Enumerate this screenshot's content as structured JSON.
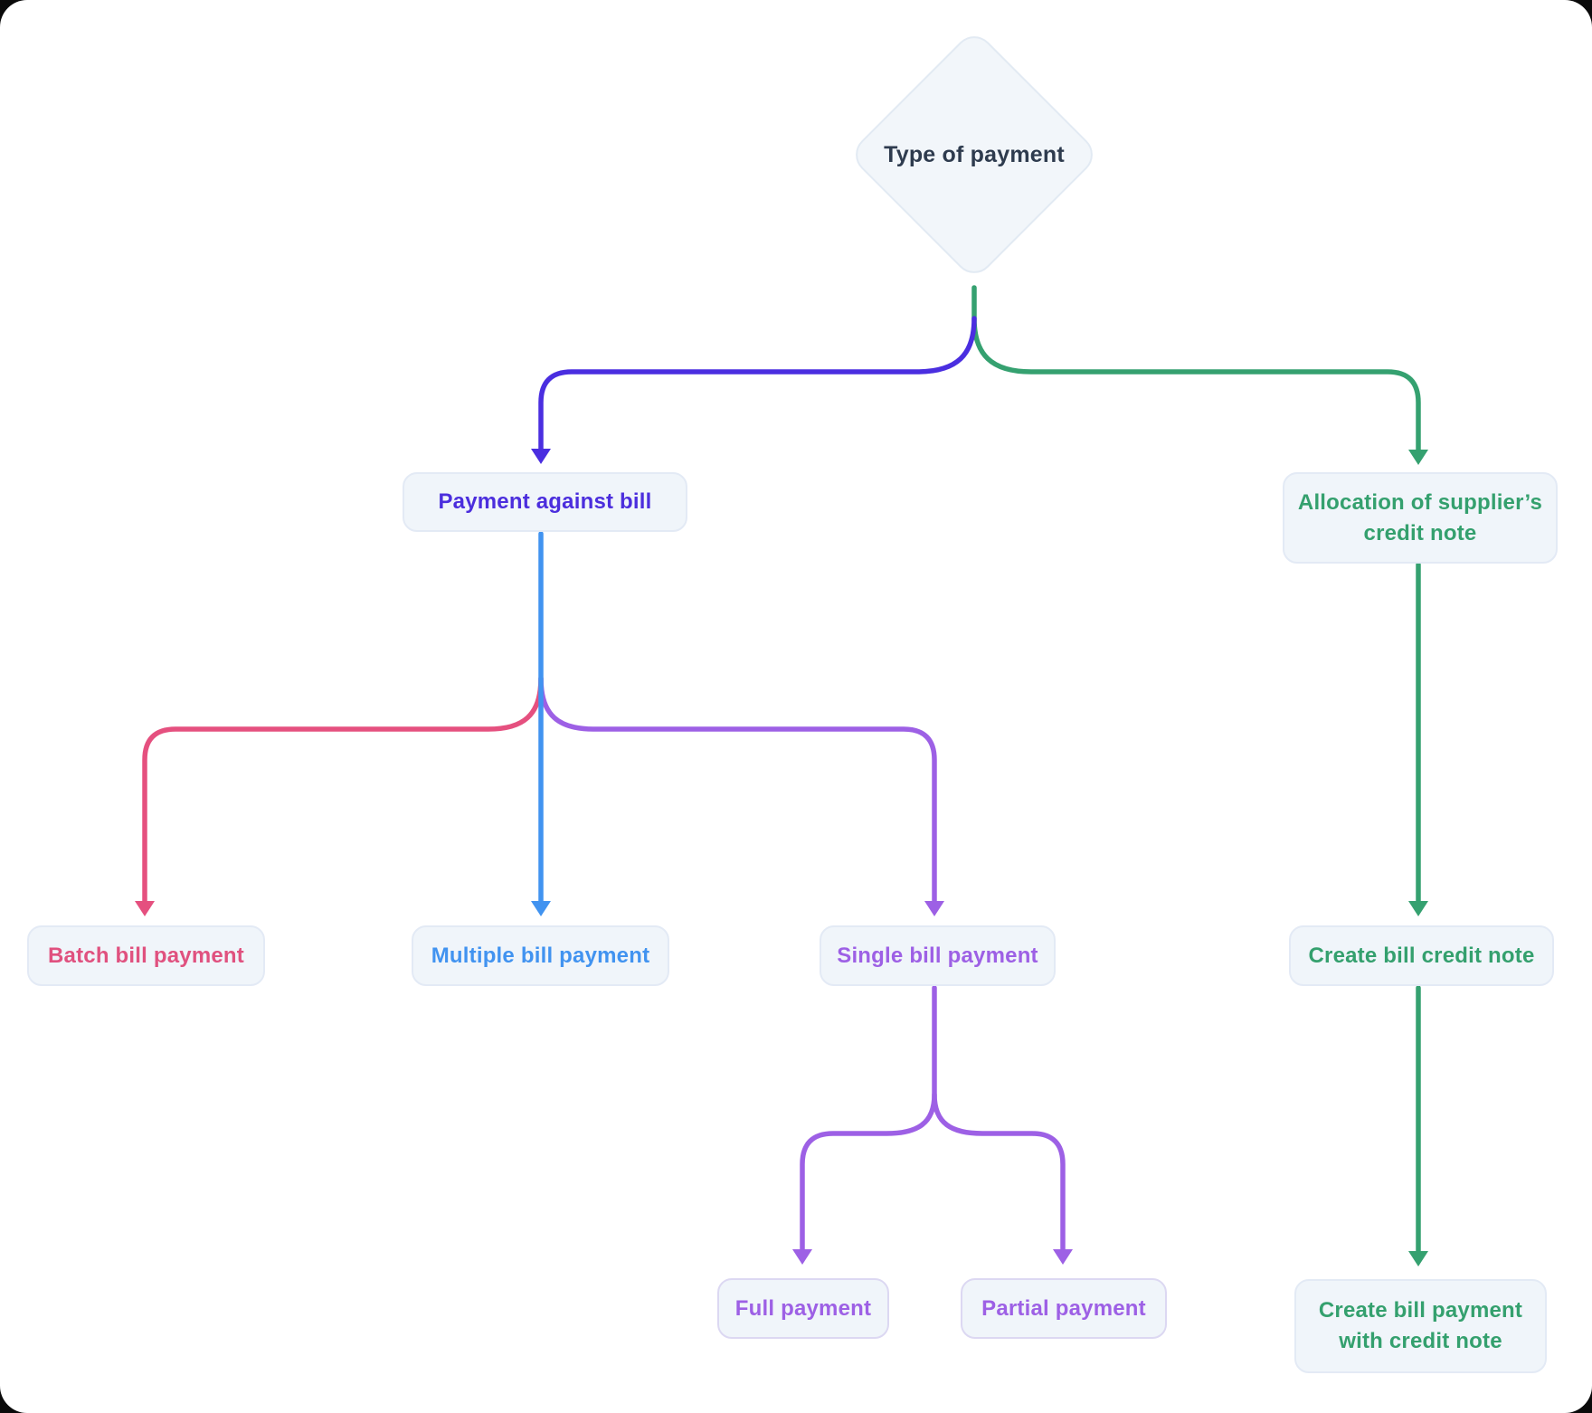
{
  "diagram": {
    "title": "Type of payment flowchart",
    "nodes": {
      "type_of_payment": {
        "label": "Type of payment",
        "shape": "diamond",
        "text_color": "#2e3b4e"
      },
      "payment_against_bill": {
        "label": "Payment against bill",
        "text_color": "#4b2edd"
      },
      "allocation_credit_note": {
        "label": "Allocation of supplier’s credit note",
        "text_color": "#34a06e"
      },
      "batch_bill_payment": {
        "label": "Batch bill payment",
        "text_color": "#e0517f"
      },
      "multiple_bill_payment": {
        "label": "Multiple bill payment",
        "text_color": "#4193f0"
      },
      "single_bill_payment": {
        "label": "Single bill payment",
        "text_color": "#9d60e5"
      },
      "create_bill_credit_note": {
        "label": "Create bill credit note",
        "text_color": "#34a06e"
      },
      "full_payment": {
        "label": "Full payment",
        "text_color": "#9d60e5"
      },
      "partial_payment": {
        "label": "Partial payment",
        "text_color": "#9d60e5"
      },
      "create_bill_payment_with_credit_note": {
        "label": "Create bill payment with credit note",
        "text_color": "#34a06e"
      }
    },
    "edges": [
      {
        "from": "type_of_payment",
        "to": "payment_against_bill",
        "color": "indigo"
      },
      {
        "from": "type_of_payment",
        "to": "allocation_credit_note",
        "color": "green"
      },
      {
        "from": "payment_against_bill",
        "to": "batch_bill_payment",
        "color": "pink"
      },
      {
        "from": "payment_against_bill",
        "to": "multiple_bill_payment",
        "color": "blue"
      },
      {
        "from": "payment_against_bill",
        "to": "single_bill_payment",
        "color": "purple"
      },
      {
        "from": "allocation_credit_note",
        "to": "create_bill_credit_note",
        "color": "green"
      },
      {
        "from": "single_bill_payment",
        "to": "full_payment",
        "color": "purple"
      },
      {
        "from": "single_bill_payment",
        "to": "partial_payment",
        "color": "purple"
      },
      {
        "from": "create_bill_credit_note",
        "to": "create_bill_payment_with_credit_note",
        "color": "green"
      }
    ]
  },
  "colors": {
    "indigo": "#4a2ee0",
    "blue": "#4193f0",
    "pink": "#e5507f",
    "purple": "#9d60e5",
    "green": "#35a170",
    "node_bg": "#f0f5fa",
    "node_border": "#e3eaf5",
    "diamond_bg": "#f2f6fa",
    "dark_text": "#2e3b4e",
    "canvas_bg": "#ffffff"
  }
}
